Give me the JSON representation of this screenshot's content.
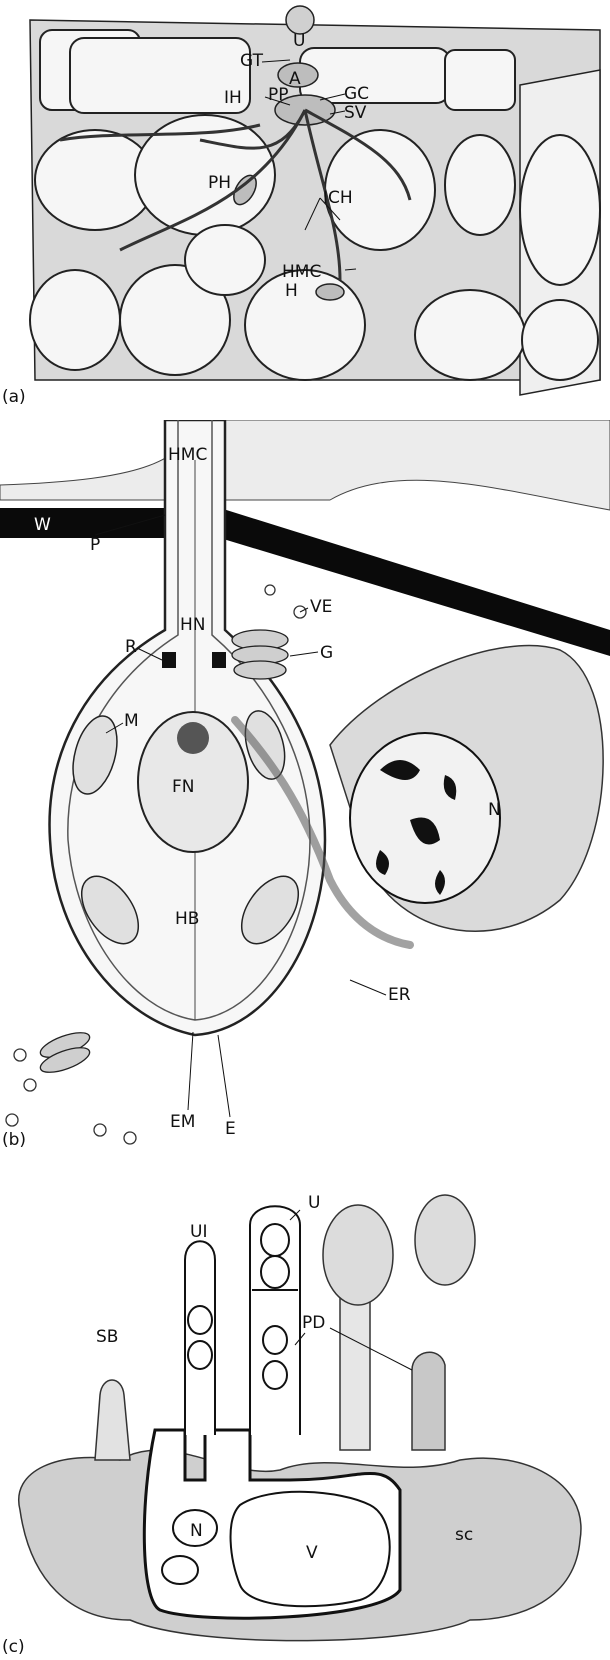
{
  "panel_a": {
    "panel_label": "(a)",
    "labels": {
      "u": "U",
      "gt": "GT",
      "a": "A",
      "ih": "IH",
      "pp": "PP",
      "gc": "GC",
      "sv": "SV",
      "ph": "PH",
      "ich": "ICH",
      "hmc": "HMC",
      "h": "H"
    }
  },
  "panel_b": {
    "panel_label": "(b)",
    "labels": {
      "hmc": "HMC",
      "w": "W",
      "p": "P",
      "hn": "HN",
      "ve": "VE",
      "r": "R",
      "g": "G",
      "m": "M",
      "n": "N",
      "fn": "FN",
      "hb": "HB",
      "er": "ER",
      "em": "EM",
      "e": "E"
    }
  },
  "panel_c": {
    "panel_label": "(c)",
    "labels": {
      "u": "U",
      "ui": "UI",
      "pd": "PD",
      "sb": "SB",
      "n": "N",
      "v": "V",
      "sc": "sc"
    }
  }
}
